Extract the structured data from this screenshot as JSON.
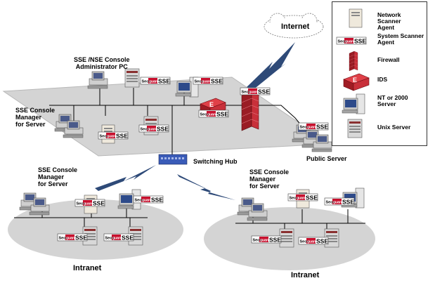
{
  "legend": {
    "network_scanner": "Network Scanner\nAgent",
    "system_scanner": "System Scanner\nAgent",
    "firewall": "Firewall",
    "ids": "IDS",
    "nt_server": "NT or 2000\nServer",
    "unix_server": "Unix Server"
  },
  "labels": {
    "internet": "Internet",
    "admin_pc": "SSE /NSE Console\nAdministrator PC",
    "console_mgr_top": "SSE Console\nManager\nfor Server",
    "console_mgr_left": "SSE Console\nManager\nfor Server",
    "console_mgr_right": "SSE Console\nManager\nfor Server",
    "switching_hub": "Switching Hub",
    "public_server": "Public Server",
    "intranet_left": "Intranet",
    "intranet_right": "Intranet"
  },
  "badge": {
    "prefix": "Secu",
    "brand": "guard",
    "product": "SSE"
  },
  "colors": {
    "badge_red": "#c8102e",
    "firewall_red": "#b0202a",
    "platform": "#d4d4d4",
    "hub_blue": "#3a5bb8"
  }
}
